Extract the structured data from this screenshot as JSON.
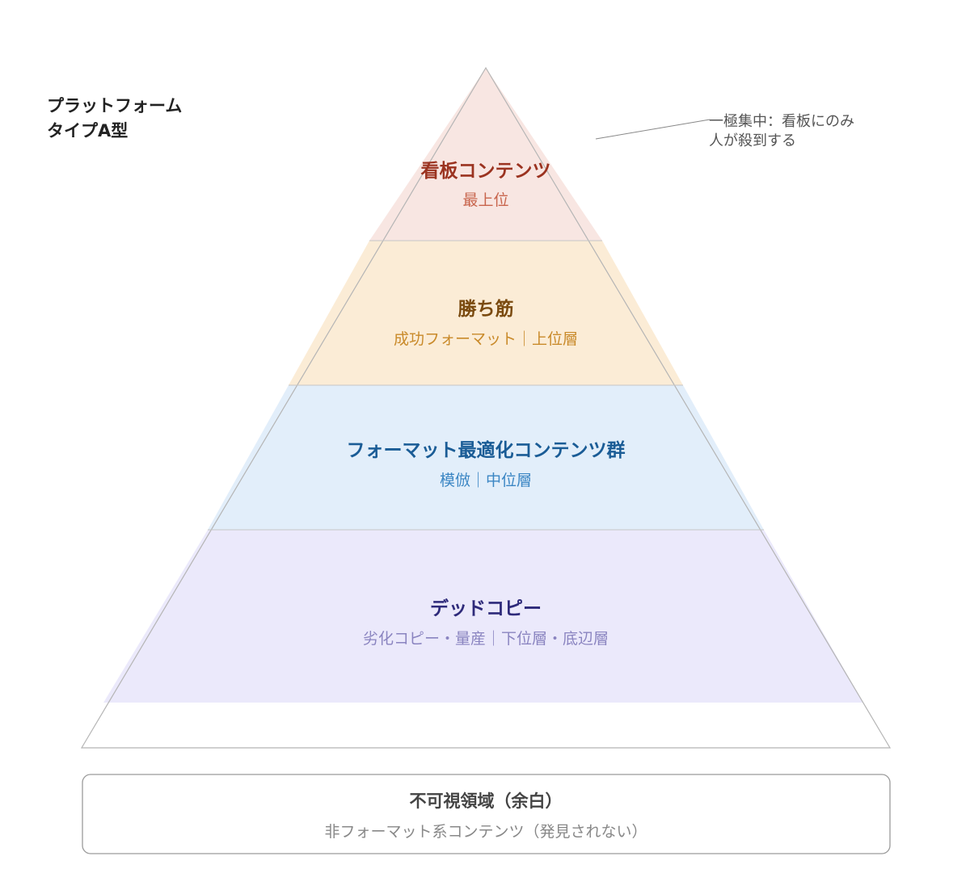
{
  "title": {
    "line1": "プラットフォーム",
    "line2": "タイプA型"
  },
  "annotation": {
    "line1": "一極集中：看板にのみ",
    "line2": "人が殺到する"
  },
  "layers": [
    {
      "title": "看板コンテンツ",
      "subtitle": "最上位",
      "fill": "#f8e6e2",
      "title_color": "#9b3320",
      "sub_color": "#c8654d"
    },
    {
      "title": "勝ち筋",
      "subtitle": "成功フォーマット｜上位層",
      "fill": "#fbecd6",
      "title_color": "#7a4a0f",
      "sub_color": "#c98a2a"
    },
    {
      "title": "フォーマット最適化コンテンツ群",
      "subtitle": "模倣｜中位層",
      "fill": "#e2eefa",
      "title_color": "#1a5c96",
      "sub_color": "#3b86c4"
    },
    {
      "title": "デッドコピー",
      "subtitle": "劣化コピー・量産｜下位層・底辺層",
      "fill": "#ebe9fb",
      "title_color": "#2e2a7a",
      "sub_color": "#8a84c0"
    }
  ],
  "footer": {
    "title": "不可視領域（余白）",
    "subtitle": "非フォーマット系コンテンツ（発見されない）"
  }
}
